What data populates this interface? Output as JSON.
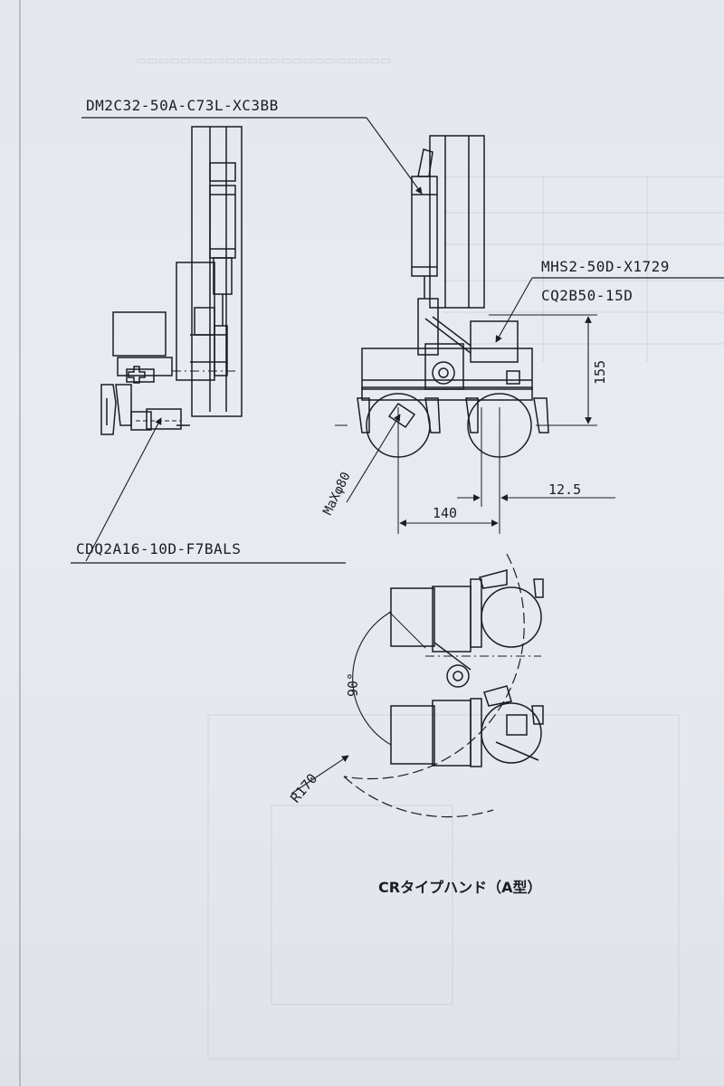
{
  "parts": {
    "cylinder": "DM2C32-50A-C73L-XC3BB",
    "gripper": "MHS2-50D-X1729",
    "compact_cylinder": "CQ2B50-15D",
    "small_cylinder": "CDQ2A16-10D-F7BALS"
  },
  "dimensions": {
    "height": "155",
    "pitch": "140",
    "offset": "12.5",
    "max_dia": "MaXφ80",
    "angle": "90°",
    "radius": "R170"
  },
  "caption": "CRタイプハンド（A型）"
}
